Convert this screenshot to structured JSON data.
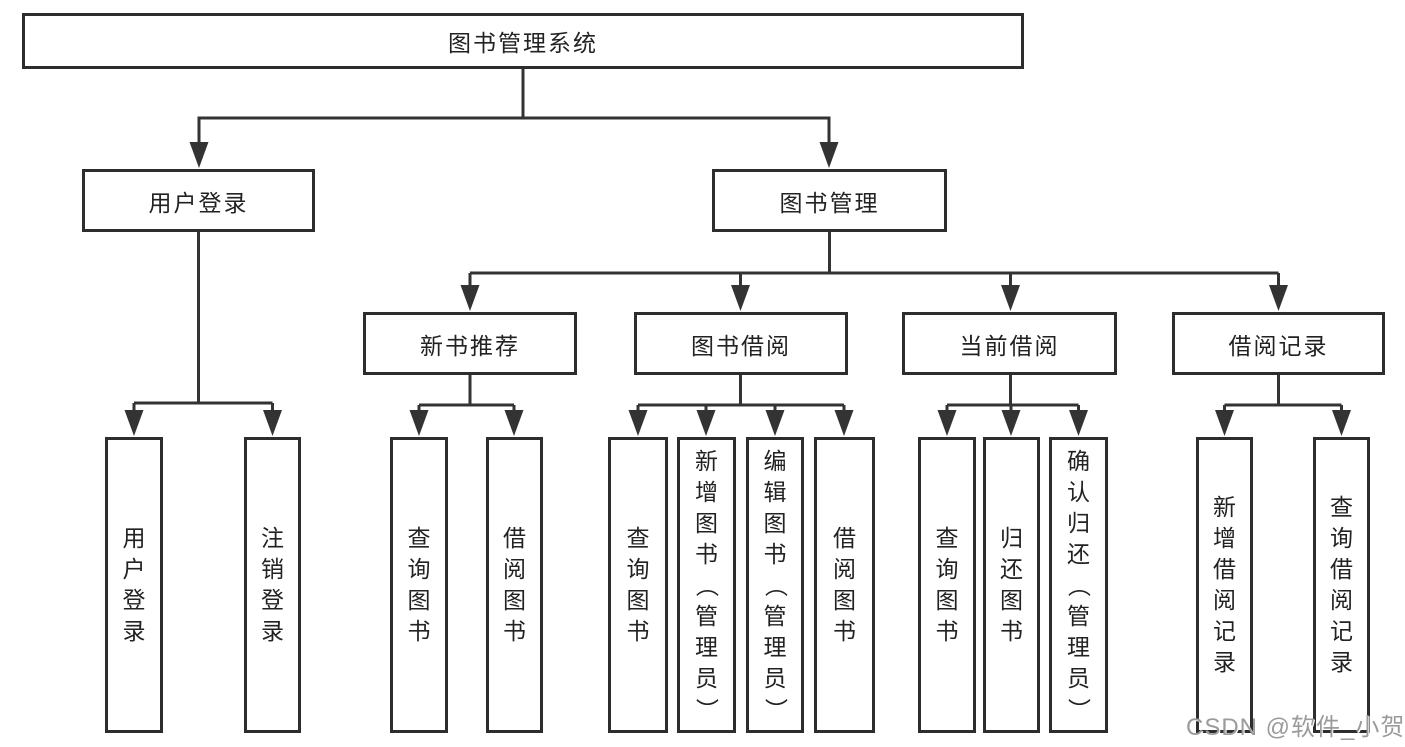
{
  "diagram": {
    "root": {
      "label": "图书管理系统"
    },
    "level2": [
      {
        "label": "用户登录"
      },
      {
        "label": "图书管理"
      }
    ],
    "level3": [
      {
        "label": "新书推荐"
      },
      {
        "label": "图书借阅"
      },
      {
        "label": "当前借阅"
      },
      {
        "label": "借阅记录"
      }
    ],
    "leaves": [
      {
        "label": "用户登录"
      },
      {
        "label": "注销登录"
      },
      {
        "label": "查询图书"
      },
      {
        "label": "借阅图书"
      },
      {
        "label": "查询图书"
      },
      {
        "label": "新增图书（管理员）"
      },
      {
        "label": "编辑图书（管理员）"
      },
      {
        "label": "借阅图书"
      },
      {
        "label": "查询图书"
      },
      {
        "label": "归还图书"
      },
      {
        "label": "确认归还（管理员）"
      },
      {
        "label": "新增借阅记录"
      },
      {
        "label": "查询借阅记录"
      }
    ],
    "colors": {
      "line": "#333333",
      "border": "#2d2d2d",
      "text": "#222222",
      "watermark": "#9b9b9b"
    }
  },
  "watermark": {
    "text": "CSDN @软件_小贺同学"
  }
}
